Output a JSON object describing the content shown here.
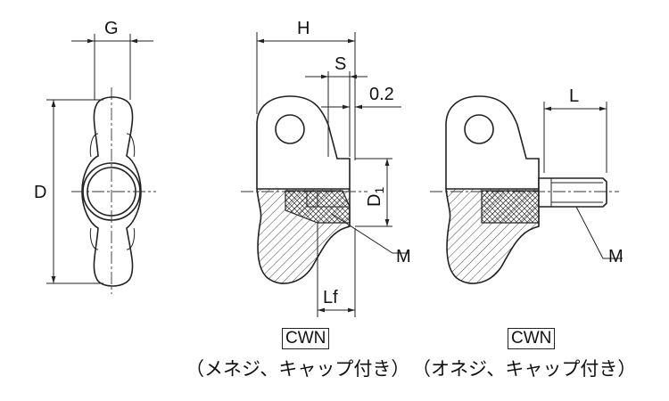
{
  "dimensions": {
    "G": "G",
    "D": "D",
    "H": "H",
    "S": "S",
    "gap": "0.2",
    "D1_main": "D",
    "D1_sub": "1",
    "M_left": "M",
    "Lf": "Lf",
    "L": "L",
    "M_right": "M"
  },
  "views": {
    "left_model": "CWN",
    "left_caption": "（メネジ、キャップ付き）",
    "right_model": "CWN",
    "right_caption": "（オネジ、キャップ付き）"
  }
}
